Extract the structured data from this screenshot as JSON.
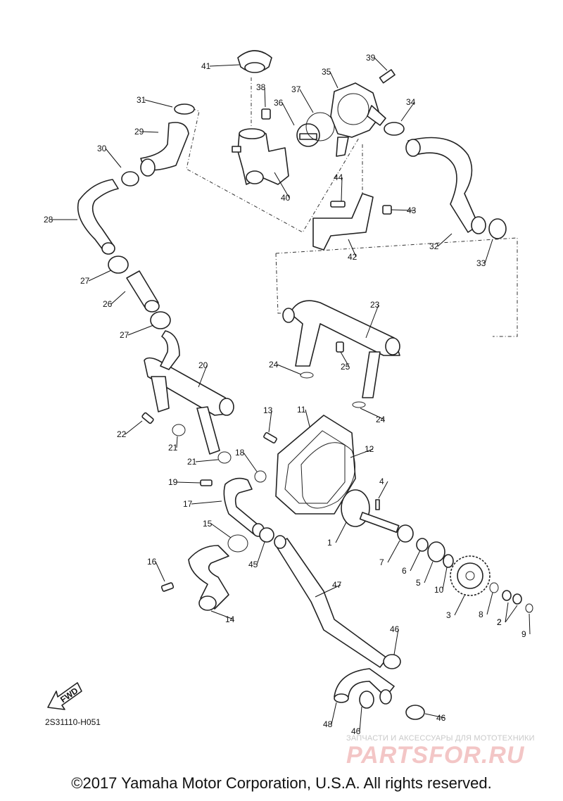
{
  "diagram": {
    "part_code": "2S31110-H051",
    "fwd_label": "FWD",
    "callouts": [
      "1",
      "2",
      "2",
      "3",
      "4",
      "5",
      "6",
      "7",
      "8",
      "9",
      "10",
      "11",
      "12",
      "13",
      "14",
      "15",
      "16",
      "17",
      "18",
      "19",
      "20",
      "21",
      "21",
      "22",
      "23",
      "24",
      "24",
      "25",
      "26",
      "27",
      "27",
      "28",
      "29",
      "30",
      "31",
      "32",
      "33",
      "34",
      "35",
      "36",
      "37",
      "38",
      "39",
      "40",
      "41",
      "42",
      "43",
      "44",
      "45",
      "46",
      "46",
      "46",
      "47",
      "48"
    ]
  },
  "footer": {
    "copyright": "©2017 Yamaha Motor Corporation, U.S.A. All rights reserved."
  },
  "watermark": {
    "tagline": "ЗАПЧАСТИ И АКСЕССУАРЫ ДЛЯ МОТОТЕХНИКИ",
    "site": "PARTSFOR.RU"
  }
}
